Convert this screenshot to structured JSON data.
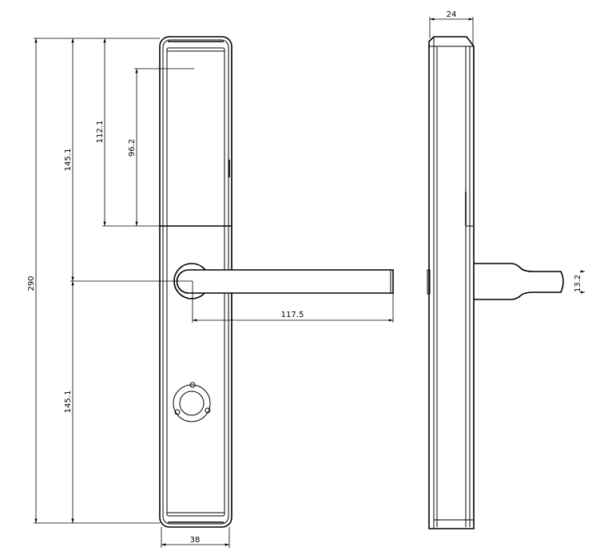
{
  "drawing": {
    "front_view": {
      "dimensions": {
        "total_height": "290",
        "upper_half": "145.1",
        "lower_half": "145.1",
        "top_to_split": "112.1",
        "display_to_split": "96.2",
        "handle_length": "117.5",
        "width": "38"
      }
    },
    "side_view": {
      "dimensions": {
        "depth": "24",
        "handle_thickness": "13.2"
      }
    }
  }
}
